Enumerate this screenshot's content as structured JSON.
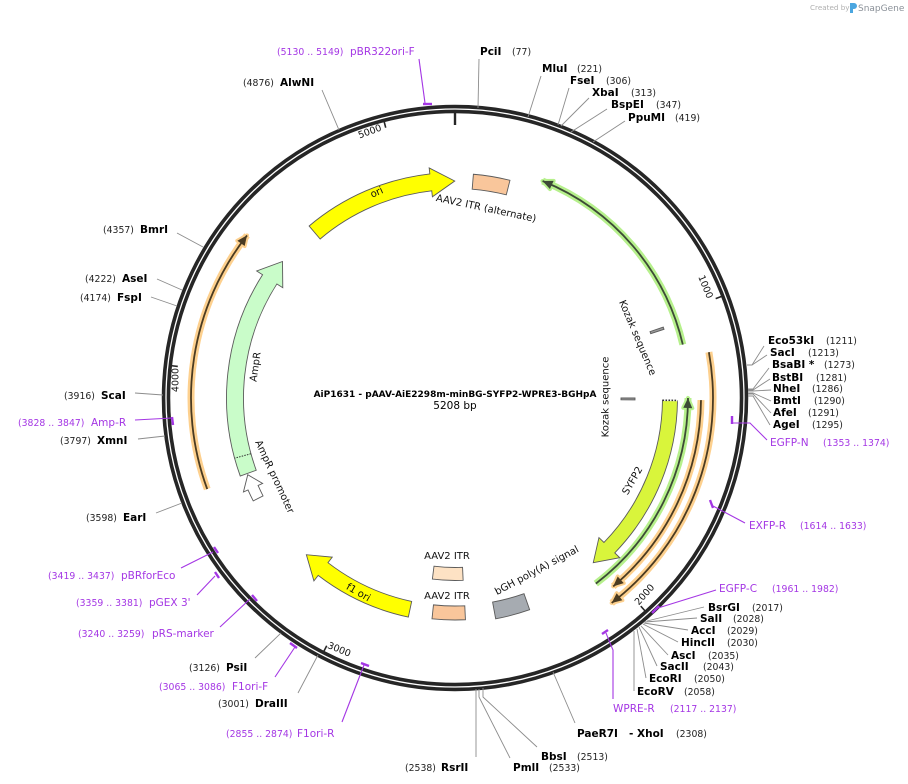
{
  "watermark": {
    "prefix": "Created by",
    "brand": "SnapGene",
    "logo_color": "#4aa6e0"
  },
  "map": {
    "title": "AiP1631 - pAAV-AiE2298m-minBG-SYFP2-WPRE3-BGHpA",
    "length_label": "5208 bp",
    "total_bp": 5208,
    "colors": {
      "backbone": "#262626",
      "primer": "#a436e4",
      "leader": "#8c8c8c"
    },
    "ticks": [
      {
        "pos": 0,
        "label": ""
      },
      {
        "pos": 1000,
        "label": "1000"
      },
      {
        "pos": 2000,
        "label": "2000"
      },
      {
        "pos": 3000,
        "label": "3000"
      },
      {
        "pos": 4000,
        "label": "4000"
      },
      {
        "pos": 5000,
        "label": "5000"
      }
    ],
    "features": [
      {
        "id": "ori",
        "label": "ori",
        "type": "arrow",
        "start": 4625,
        "end": 5207,
        "dir": 1,
        "r": 217,
        "w": 17,
        "head": 24,
        "flare": 6,
        "fill": "#ffff00"
      },
      {
        "id": "aav2-itr-alternate",
        "label": "AAV2 ITR (alternate)",
        "type": "box",
        "start": 68,
        "end": 205,
        "r": 217,
        "w": 15,
        "fill": "#f9c69b"
      },
      {
        "id": "green-line-1",
        "type": "line",
        "start": 318,
        "end": 1111,
        "dir": -1,
        "r": 234,
        "halo": "#b6f08c",
        "stroke": "#3d4a36"
      },
      {
        "id": "kozak-sequence-1",
        "label": "Kozak sequence",
        "type": "box",
        "start": 1030,
        "end": 1039,
        "r": 213,
        "w": 14,
        "fill": "#9a9a9a"
      },
      {
        "id": "kozak-sequence-2",
        "label": "Kozak sequence",
        "type": "box",
        "start": 1302,
        "end": 1311,
        "r": 173,
        "w": 14,
        "fill": "#9a9a9a"
      },
      {
        "id": "syfp2",
        "label": "SYFP2",
        "type": "arrow",
        "start": 1311,
        "end": 2025,
        "dir": 1,
        "r": 215,
        "w": 15,
        "head": 22,
        "flare": 7,
        "fill": "#d9f53b",
        "dotted_start": true
      },
      {
        "id": "green-line-2",
        "type": "line",
        "start": 1302,
        "end": 2066,
        "dir": -1,
        "r": 233,
        "halo": "#b6f08c",
        "stroke": "#3d4a36"
      },
      {
        "id": "orange-line-1",
        "type": "line",
        "start": 1309,
        "end": 2025,
        "dir": 1,
        "r": 246,
        "halo": "#fdd08e",
        "stroke": "#4a3b22"
      },
      {
        "id": "orange-line-2",
        "type": "line",
        "start": 1154,
        "end": 2063,
        "dir": 1,
        "r": 258,
        "halo": "#fdd08e",
        "stroke": "#4a3b22"
      },
      {
        "id": "orange-line-3",
        "type": "line",
        "start": 3614,
        "end": 4456,
        "dir": 1,
        "r": 264,
        "halo": "#fdd08e",
        "stroke": "#4a3b22"
      },
      {
        "id": "ampr",
        "label": "AmpR",
        "type": "arrow",
        "start": 3617,
        "end": 4461,
        "dir": 1,
        "r": 220,
        "w": 17,
        "head": 22,
        "flare": 7,
        "fill": "#c9fcc9",
        "divider": 3685
      },
      {
        "id": "ampr-promoter",
        "label": "AmpR promoter",
        "type": "arrow",
        "start": 3515,
        "end": 3612,
        "dir": 1,
        "r": 221,
        "w": 11,
        "head": 14,
        "flare": 5,
        "fill": "#ffffff"
      },
      {
        "id": "f1-ori",
        "label": "f1 ori",
        "type": "arrow",
        "start": 2778,
        "end": 3233,
        "dir": 1,
        "r": 216,
        "w": 16,
        "head": 22,
        "flare": 7,
        "fill": "#ffff00"
      },
      {
        "id": "aav2-itr-upper",
        "label": "AAV2 ITR",
        "type": "box",
        "start": 2567,
        "end": 2707,
        "r": 176,
        "w": 13,
        "fill": "#fde2c4"
      },
      {
        "id": "aav2-itr-lower",
        "label": "AAV2 ITR",
        "type": "box",
        "start": 2565,
        "end": 2690,
        "r": 215,
        "w": 14,
        "fill": "#f9c69b"
      },
      {
        "id": "bgh-polya-signal",
        "label": "bGH poly(A) signal",
        "type": "box",
        "start": 2323,
        "end": 2453,
        "r": 216,
        "w": 17,
        "fill": "#a6abb1"
      }
    ],
    "enzymes": [
      {
        "name": "PciI",
        "position": "(77)"
      },
      {
        "name": "MluI",
        "position": "(221)"
      },
      {
        "name": "FseI",
        "position": "(306)"
      },
      {
        "name": "XbaI",
        "position": "(313)"
      },
      {
        "name": "BspEI",
        "position": "(347)"
      },
      {
        "name": "PpuMI",
        "position": "(419)"
      },
      {
        "name": "Eco53kI",
        "position": "(1211)"
      },
      {
        "name": "SacI",
        "position": "(1213)"
      },
      {
        "name": "BsaBI *",
        "position": "(1273)"
      },
      {
        "name": "BstBI",
        "position": "(1281)"
      },
      {
        "name": "NheI",
        "position": "(1286)"
      },
      {
        "name": "BmtI",
        "position": "(1290)"
      },
      {
        "name": "AfeI",
        "position": "(1291)"
      },
      {
        "name": "AgeI",
        "position": "(1295)"
      },
      {
        "name": "BsrGI",
        "position": "(2017)"
      },
      {
        "name": "SalI",
        "position": "(2028)"
      },
      {
        "name": "AccI",
        "position": "(2029)"
      },
      {
        "name": "HincII",
        "position": "(2030)"
      },
      {
        "name": "AscI",
        "position": "(2035)"
      },
      {
        "name": "SacII",
        "position": "(2043)"
      },
      {
        "name": "EcoRI",
        "position": "(2050)"
      },
      {
        "name": "EcoRV",
        "position": "(2058)"
      },
      {
        "name": "PaeR7I",
        "name2": "- XhoI",
        "position": "(2308)"
      },
      {
        "name": "BbsI",
        "position": "(2513)"
      },
      {
        "name": "PmlI",
        "position": "(2533)"
      },
      {
        "name": "RsrII",
        "position": "(2538)"
      },
      {
        "name": "DraIII",
        "position": "(3001)"
      },
      {
        "name": "PsiI",
        "position": "(3126)"
      },
      {
        "name": "EarI",
        "position": "(3598)"
      },
      {
        "name": "XmnI",
        "position": "(3797)"
      },
      {
        "name": "ScaI",
        "position": "(3916)"
      },
      {
        "name": "FspI",
        "position": "(4174)"
      },
      {
        "name": "AseI",
        "position": "(4222)"
      },
      {
        "name": "BmrI",
        "position": "(4357)"
      },
      {
        "name": "AlwNI",
        "position": "(4876)"
      }
    ],
    "primers": [
      {
        "name": "pBR322ori-F",
        "range": "(5130 .. 5149)"
      },
      {
        "name": "EGFP-N",
        "range": "(1353 .. 1374)"
      },
      {
        "name": "EXFP-R",
        "range": "(1614 .. 1633)"
      },
      {
        "name": "EGFP-C",
        "range": "(1961 .. 1982)"
      },
      {
        "name": "WPRE-R",
        "range": "(2117 .. 2137)"
      },
      {
        "name": "F1ori-R",
        "range": "(2855 .. 2874)"
      },
      {
        "name": "F1ori-F",
        "range": "(3065 .. 3086)"
      },
      {
        "name": "pRS-marker",
        "range": "(3240 .. 3259)"
      },
      {
        "name": "pGEX 3'",
        "range": "(3359 .. 3381)"
      },
      {
        "name": "pBRforEco",
        "range": "(3419 .. 3437)"
      },
      {
        "name": "Amp-R",
        "range": "(3828 .. 3847)"
      }
    ]
  }
}
